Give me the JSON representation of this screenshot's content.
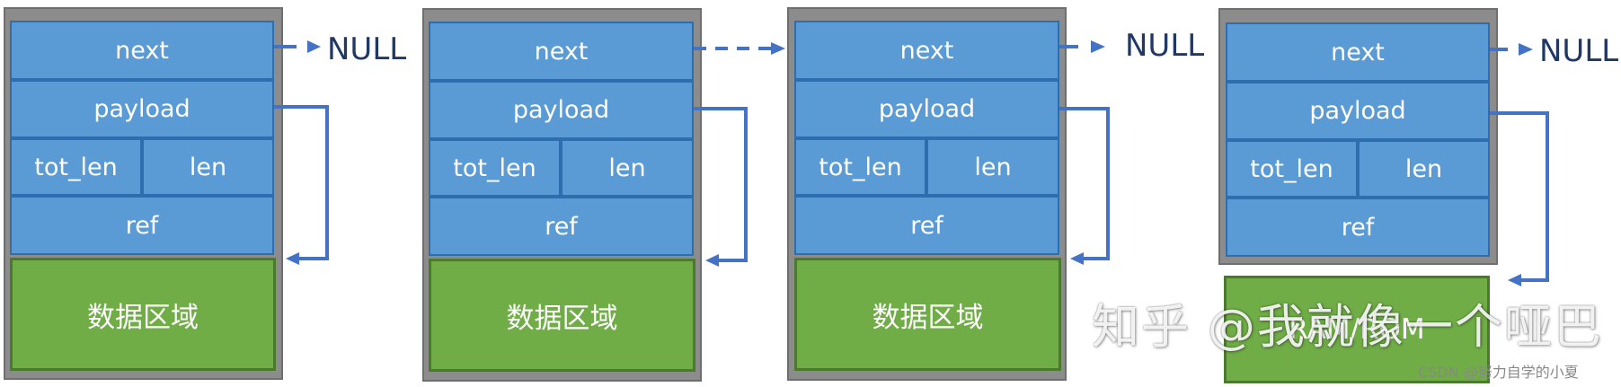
{
  "pbufs": [
    {
      "next": "next",
      "payload": "payload",
      "tot_len": "tot_len",
      "len": "len",
      "ref": "ref",
      "data": "数据区域",
      "next_target": "NULL"
    },
    {
      "next": "next",
      "payload": "payload",
      "tot_len": "tot_len",
      "len": "len",
      "ref": "ref",
      "data": "数据区域"
    },
    {
      "next": "next",
      "payload": "payload",
      "tot_len": "tot_len",
      "len": "len",
      "ref": "ref",
      "data": "数据区域",
      "next_target": "NULL"
    },
    {
      "next": "next",
      "payload": "payload",
      "tot_len": "tot_len",
      "len": "len",
      "ref": "ref",
      "data": "RAM/ROM",
      "next_target": "NULL"
    }
  ],
  "watermark": {
    "main": "知乎 @我就像一个哑巴",
    "credit": "CSDN @努力自学的小夏"
  },
  "colors": {
    "header_cell": "#5b9bd5",
    "data_region": "#70ad47",
    "frame": "#8c8c8c",
    "arrow": "#4472c4",
    "null_text": "#1f3864"
  }
}
